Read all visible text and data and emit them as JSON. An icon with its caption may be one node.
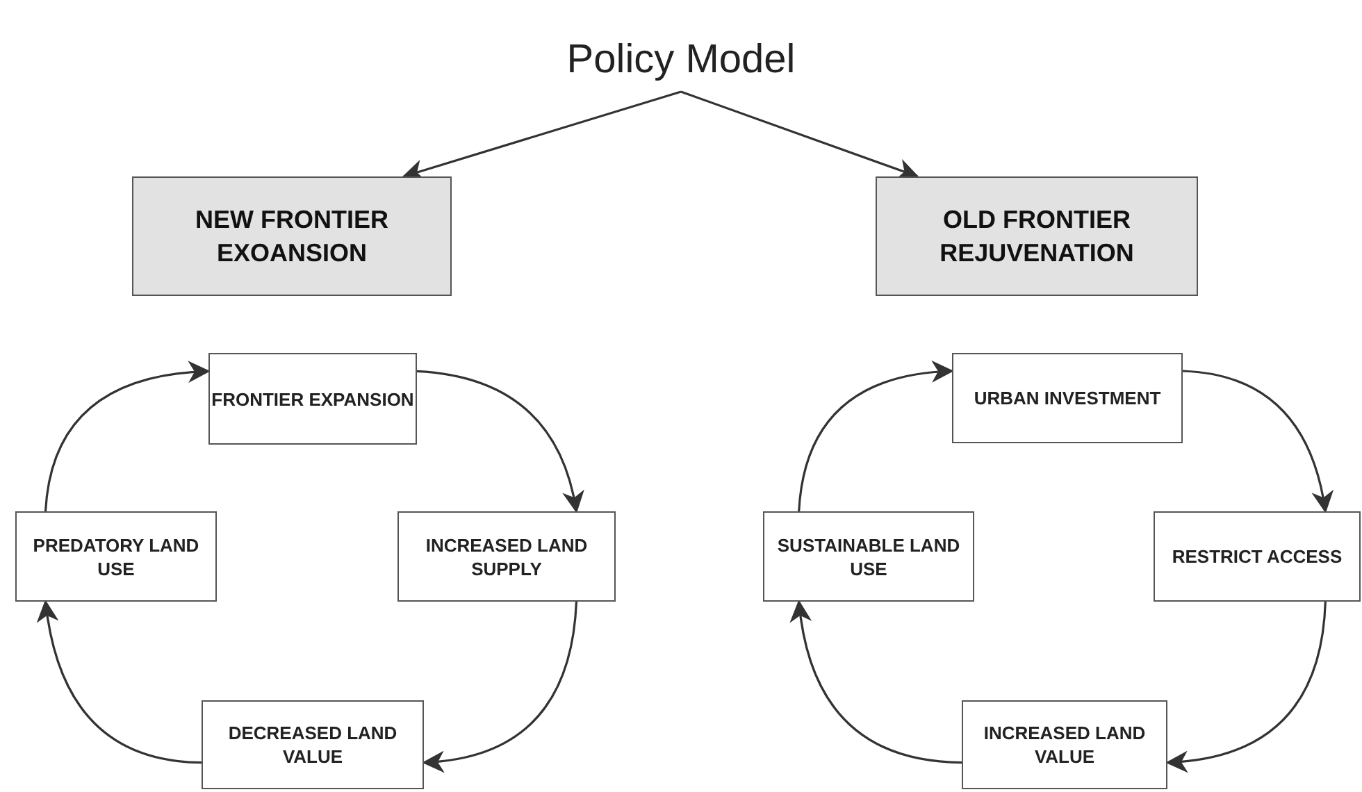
{
  "diagram": {
    "nodes": [
      {
        "text": [
          "Policy Model"
        ]
      },
      {
        "text": [
          "NEW FRONTIER EXOANSION"
        ]
      },
      {
        "text": [
          "OLD FRONTIER REJUVENATION"
        ]
      },
      {
        "text": [
          "FRONTIER EXPANSION"
        ]
      },
      {
        "text": [
          "INCREASED LAND SUPPLY"
        ]
      },
      {
        "text": [
          "DECREASED LAND VALUE"
        ]
      },
      {
        "text": [
          "PREDATORY LAND USE"
        ]
      },
      {
        "text": [
          "URBAN INVESTMENT"
        ]
      },
      {
        "text": [
          "RESTRICT ACCESS"
        ]
      },
      {
        "text": [
          "INCREASED LAND VALUE"
        ]
      },
      {
        "text": [
          "SUSTAINABLE LAND USE"
        ]
      }
    ],
    "edges": [
      {
        "from": 0,
        "to": 1,
        "arrow": "to"
      },
      {
        "from": 0,
        "to": 2,
        "arrow": "to"
      },
      {
        "from": 3,
        "to": 4,
        "arrow": "to"
      },
      {
        "from": 4,
        "to": 5,
        "arrow": "to"
      },
      {
        "from": 5,
        "to": 6,
        "arrow": "to"
      },
      {
        "from": 6,
        "to": 3,
        "arrow": "to"
      },
      {
        "from": 7,
        "to": 8,
        "arrow": "to"
      },
      {
        "from": 8,
        "to": 9,
        "arrow": "to"
      },
      {
        "from": 9,
        "to": 10,
        "arrow": "to"
      },
      {
        "from": 10,
        "to": 7,
        "arrow": "to"
      }
    ]
  }
}
